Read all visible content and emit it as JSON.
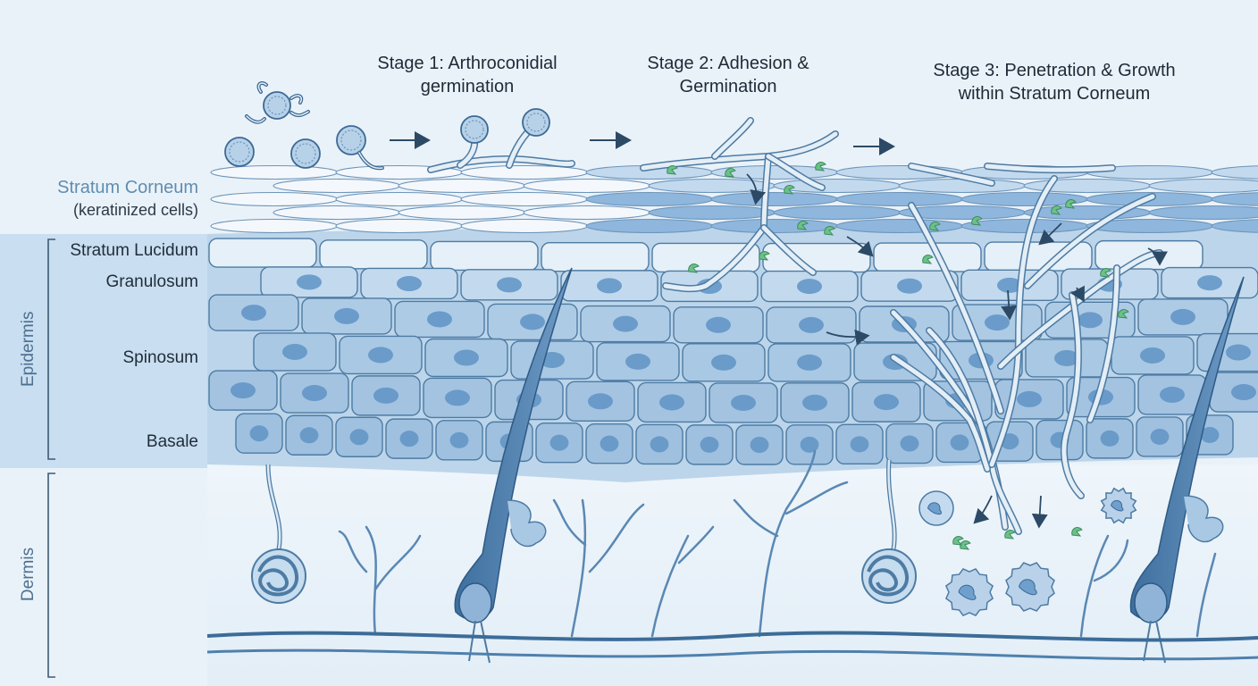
{
  "stages": [
    {
      "line1": "Stage 1: Arthroconidial",
      "line2": "germination"
    },
    {
      "line1": "Stage 2: Adhesion &",
      "line2": "Germination"
    },
    {
      "line1": "Stage 3: Penetration & Growth",
      "line2": "within Stratum Corneum"
    }
  ],
  "layers": {
    "corneum": "Stratum Corneum",
    "corneum_sub": "(keratinized cells)",
    "lucidum": "Stratum Lucidum",
    "granulosum": "Granulosum",
    "spinosum": "Spinosum",
    "basale": "Basale"
  },
  "regions": {
    "epidermis": "Epidermis",
    "dermis": "Dermis"
  },
  "colors": {
    "background": "#eaf2f9",
    "epidermis_band": "#c9def0",
    "cell_fill": "#a9c8e4",
    "nucleus": "#5f93c4",
    "outline": "#4d7ba3",
    "fungus_fill": "#e4eef6",
    "enzyme": "#6cc08a"
  }
}
